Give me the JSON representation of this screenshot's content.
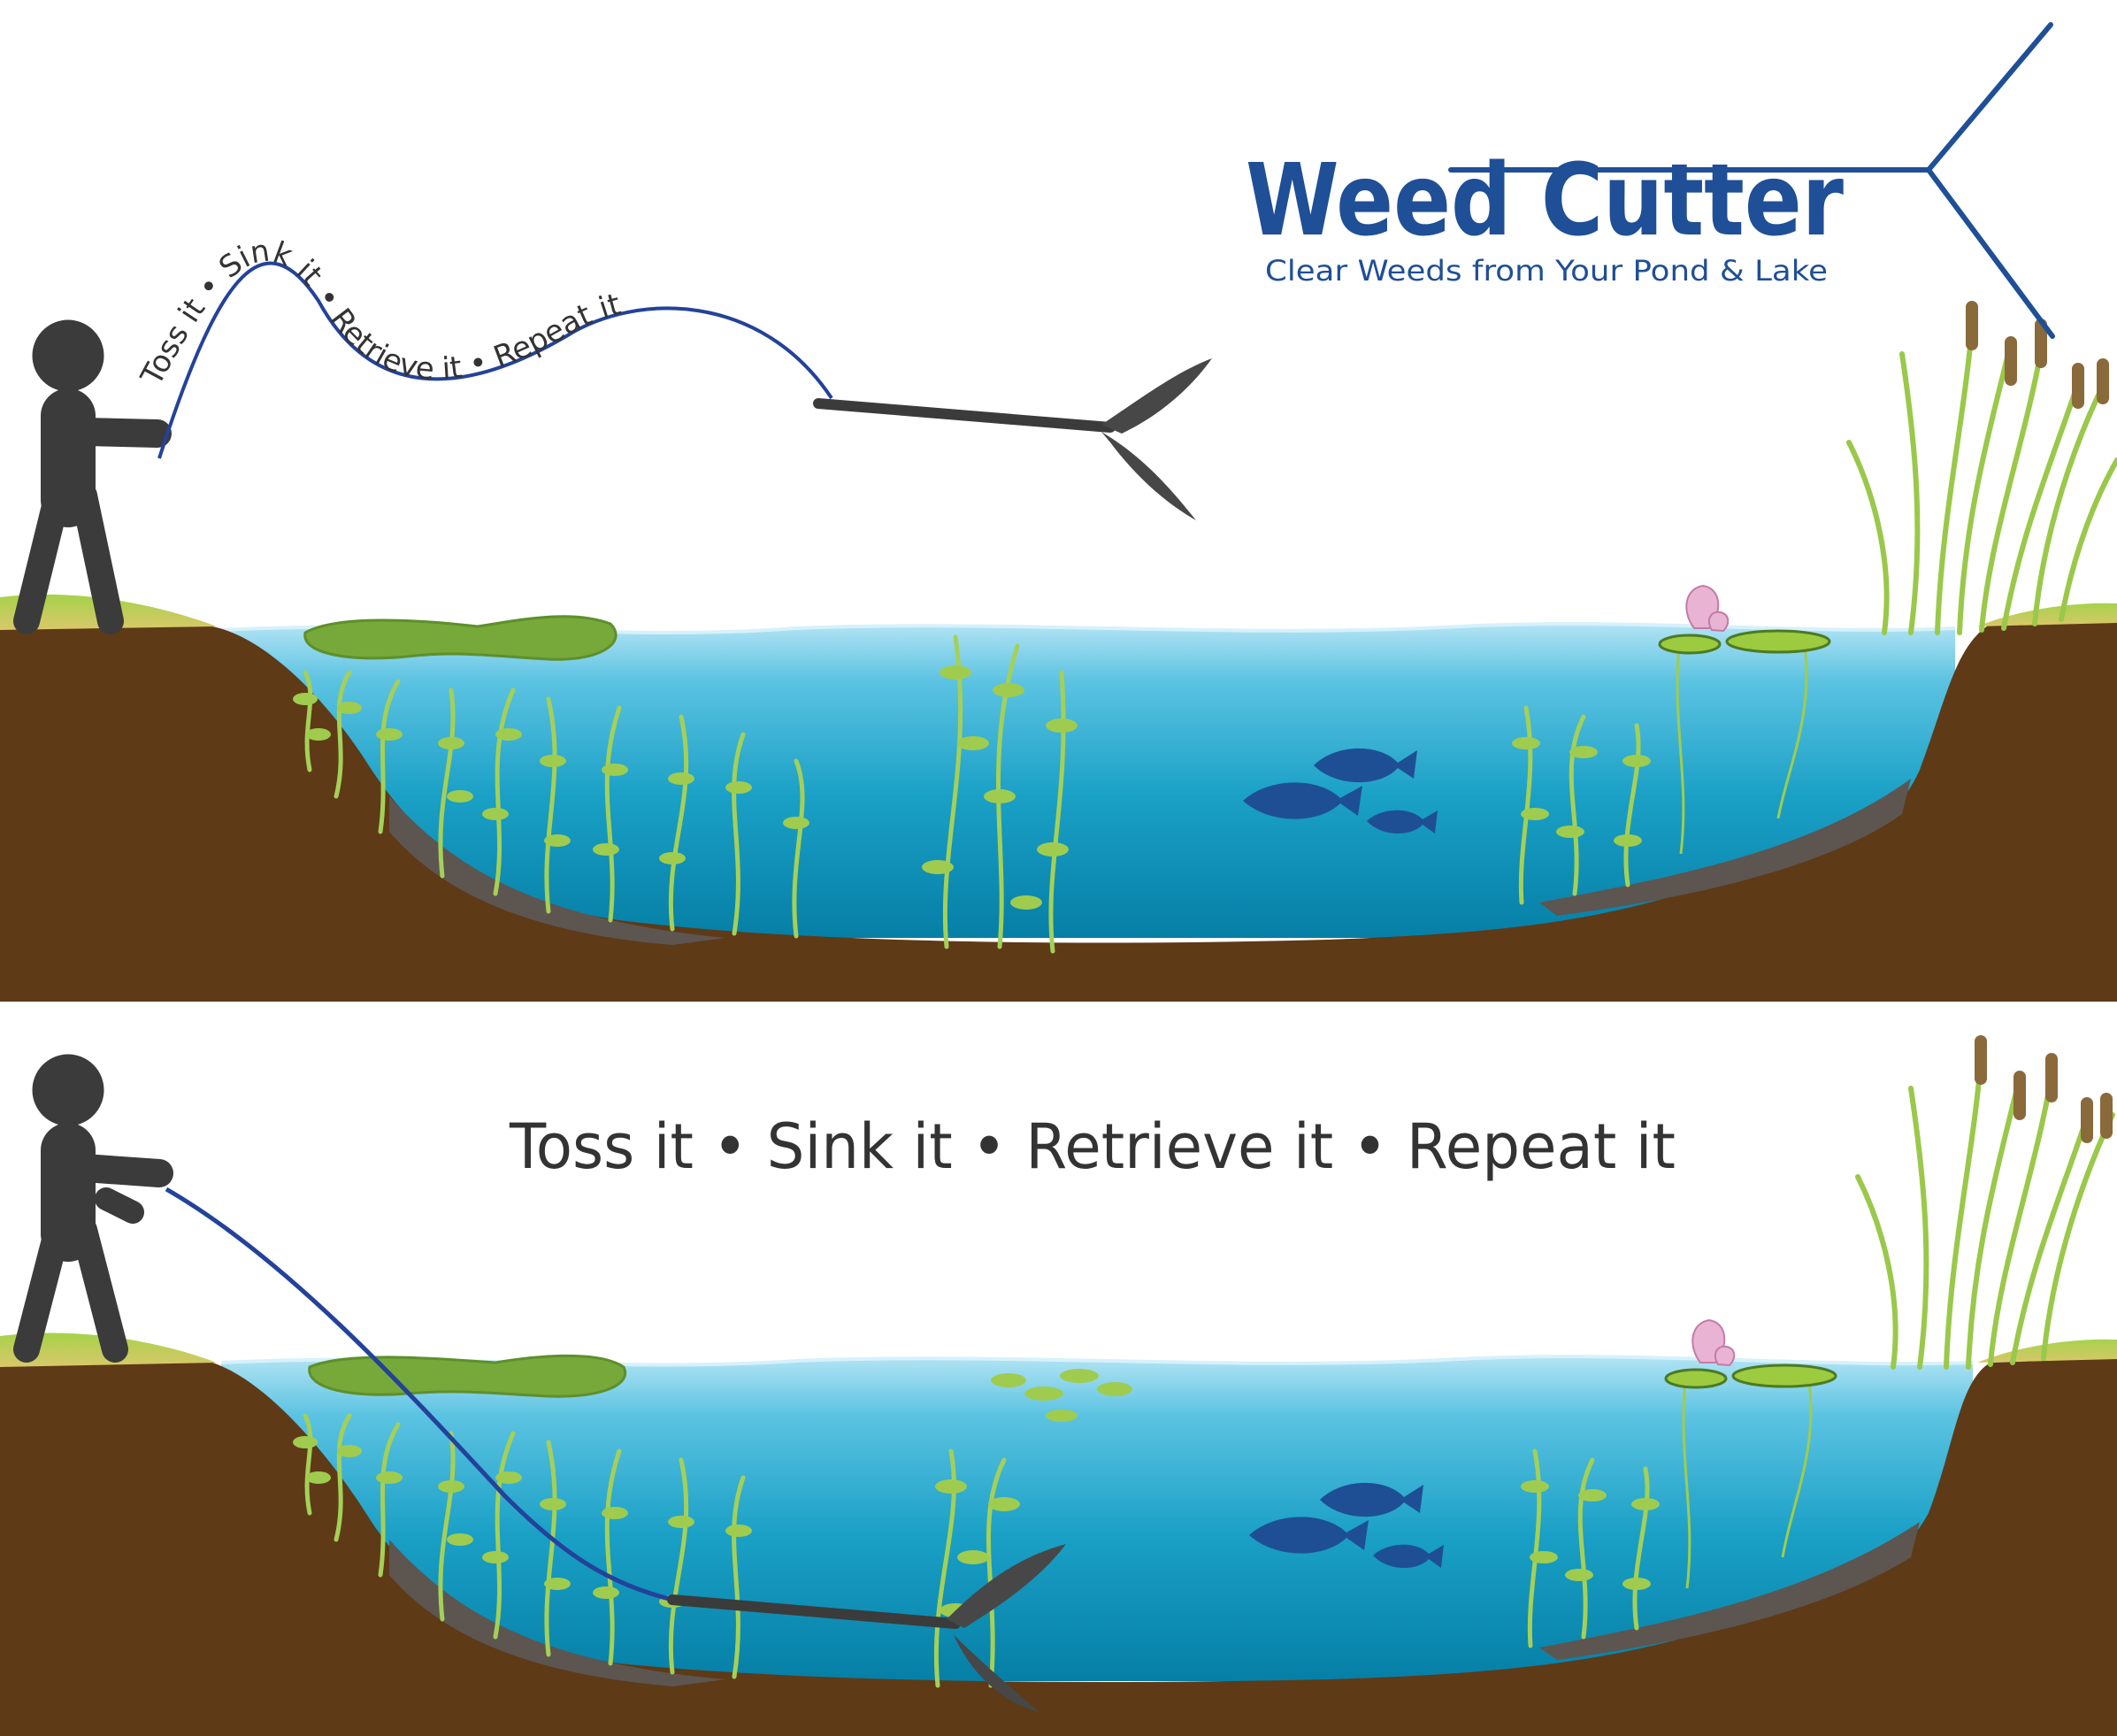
{
  "logo": {
    "title": "Weed Cutter",
    "tagline": "Clear Weeds from Your Pond & Lake"
  },
  "steps": {
    "arc_text": "Toss it • Sink it • Retrieve it • Repeat it",
    "caption": "Toss it • Sink it • Retrieve it • Repeat it"
  },
  "colors": {
    "brand_blue": "#1f4f96",
    "rope_blue": "#23429a",
    "figure": "#3b3b3b",
    "soil": "#5e3a17",
    "soil_shelf": "#5d5550",
    "grass": "#8fc13c",
    "water_top": "#a9e0f2",
    "water_bottom": "#0a8bb1",
    "fish": "#1e4f94",
    "algae": "#77a83a",
    "weed": "#9fcc4f",
    "cattail": "#8a6a3a",
    "lily_flower": "#e9b3d3"
  },
  "panels": [
    {
      "name": "toss-panel",
      "tool_state": "in-air"
    },
    {
      "name": "retrieve-panel",
      "tool_state": "on-bottom"
    }
  ]
}
